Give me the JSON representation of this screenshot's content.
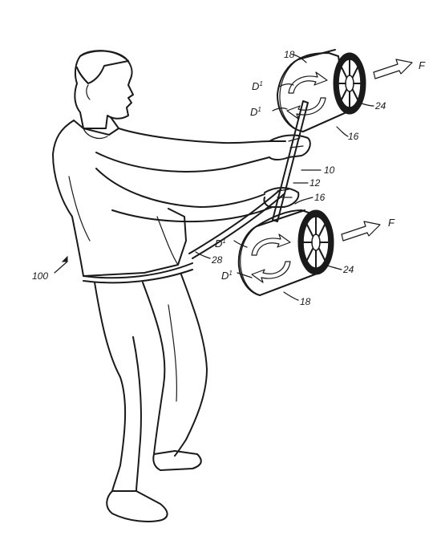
{
  "labels": {
    "ref_18_top": "18",
    "ref_24_top": "24",
    "ref_16_top": "16",
    "ref_10": "10",
    "ref_12": "12",
    "ref_16_bottom": "16",
    "ref_28": "28",
    "ref_24_bottom": "24",
    "ref_18_bottom": "18",
    "ref_100": "100",
    "force_top": "F",
    "force_bottom": "F",
    "d_base": "D",
    "d_sup": "1"
  },
  "colors": {
    "ink": "#1a1a1a",
    "background": "#ffffff"
  }
}
